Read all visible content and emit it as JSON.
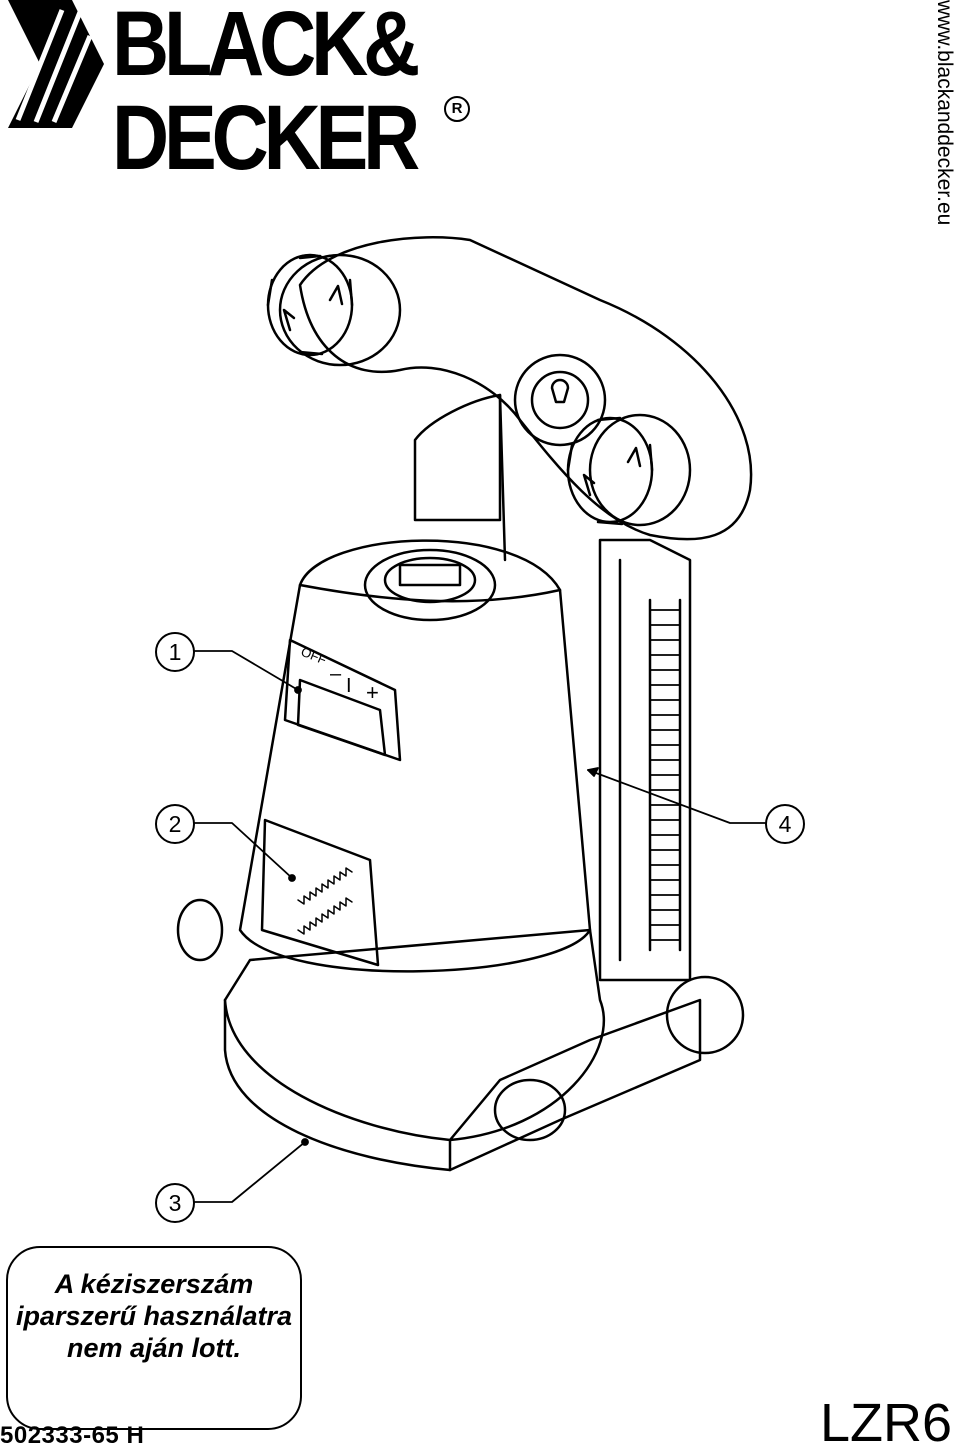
{
  "brand": {
    "line1": "BLACK&",
    "line2": "DECKER",
    "registered_mark": "R"
  },
  "website": "www.blackanddecker.eu",
  "figure": {
    "callouts": [
      "1",
      "2",
      "3",
      "4"
    ],
    "switch_labels": {
      "off": "OFF",
      "minus": "–",
      "one": "I",
      "plus": "+"
    }
  },
  "warning": {
    "line1": "A kéziszerszám",
    "line2": "iparszerű használatra",
    "line3": "nem aján lott."
  },
  "footer": {
    "part_number": "502333-65 H",
    "model": "LZR6"
  },
  "colors": {
    "ink": "#000000",
    "paper": "#ffffff"
  }
}
